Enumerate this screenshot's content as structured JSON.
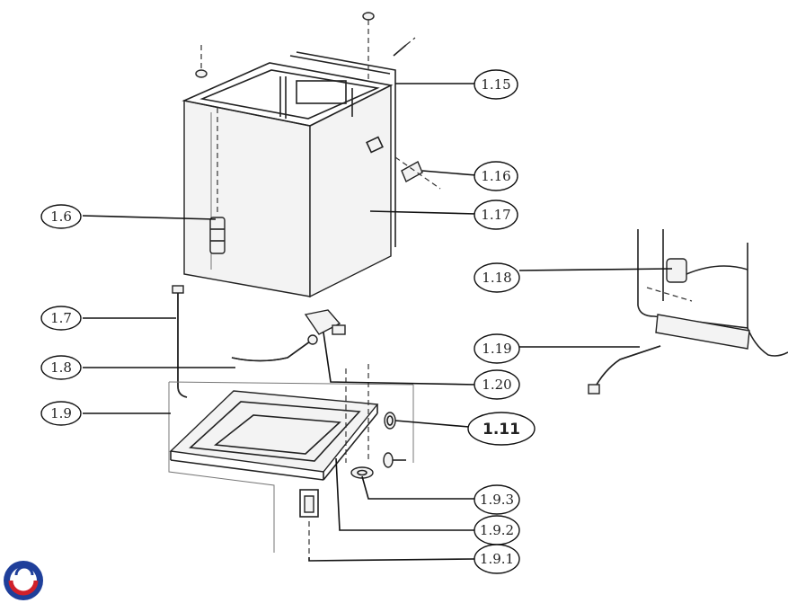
{
  "callouts": [
    {
      "id": "1.15",
      "label": "1.15"
    },
    {
      "id": "1.16",
      "label": "1.16"
    },
    {
      "id": "1.17",
      "label": "1.17"
    },
    {
      "id": "1.6",
      "label": "1.6"
    },
    {
      "id": "1.18",
      "label": "1.18"
    },
    {
      "id": "1.7",
      "label": "1.7"
    },
    {
      "id": "1.19",
      "label": "1.19"
    },
    {
      "id": "1.8",
      "label": "1.8"
    },
    {
      "id": "1.20",
      "label": "1.20"
    },
    {
      "id": "1.9",
      "label": "1.9"
    },
    {
      "id": "1.11",
      "label": "1.11"
    },
    {
      "id": "1.9.3",
      "label": "1.9.3"
    },
    {
      "id": "1.9.2",
      "label": "1.9.2"
    },
    {
      "id": "1.9.1",
      "label": "1.9.1"
    }
  ],
  "brand_logo": {
    "icon": "circular-logo-icon",
    "colors": [
      "#1f3f9a",
      "#d0202a"
    ]
  }
}
